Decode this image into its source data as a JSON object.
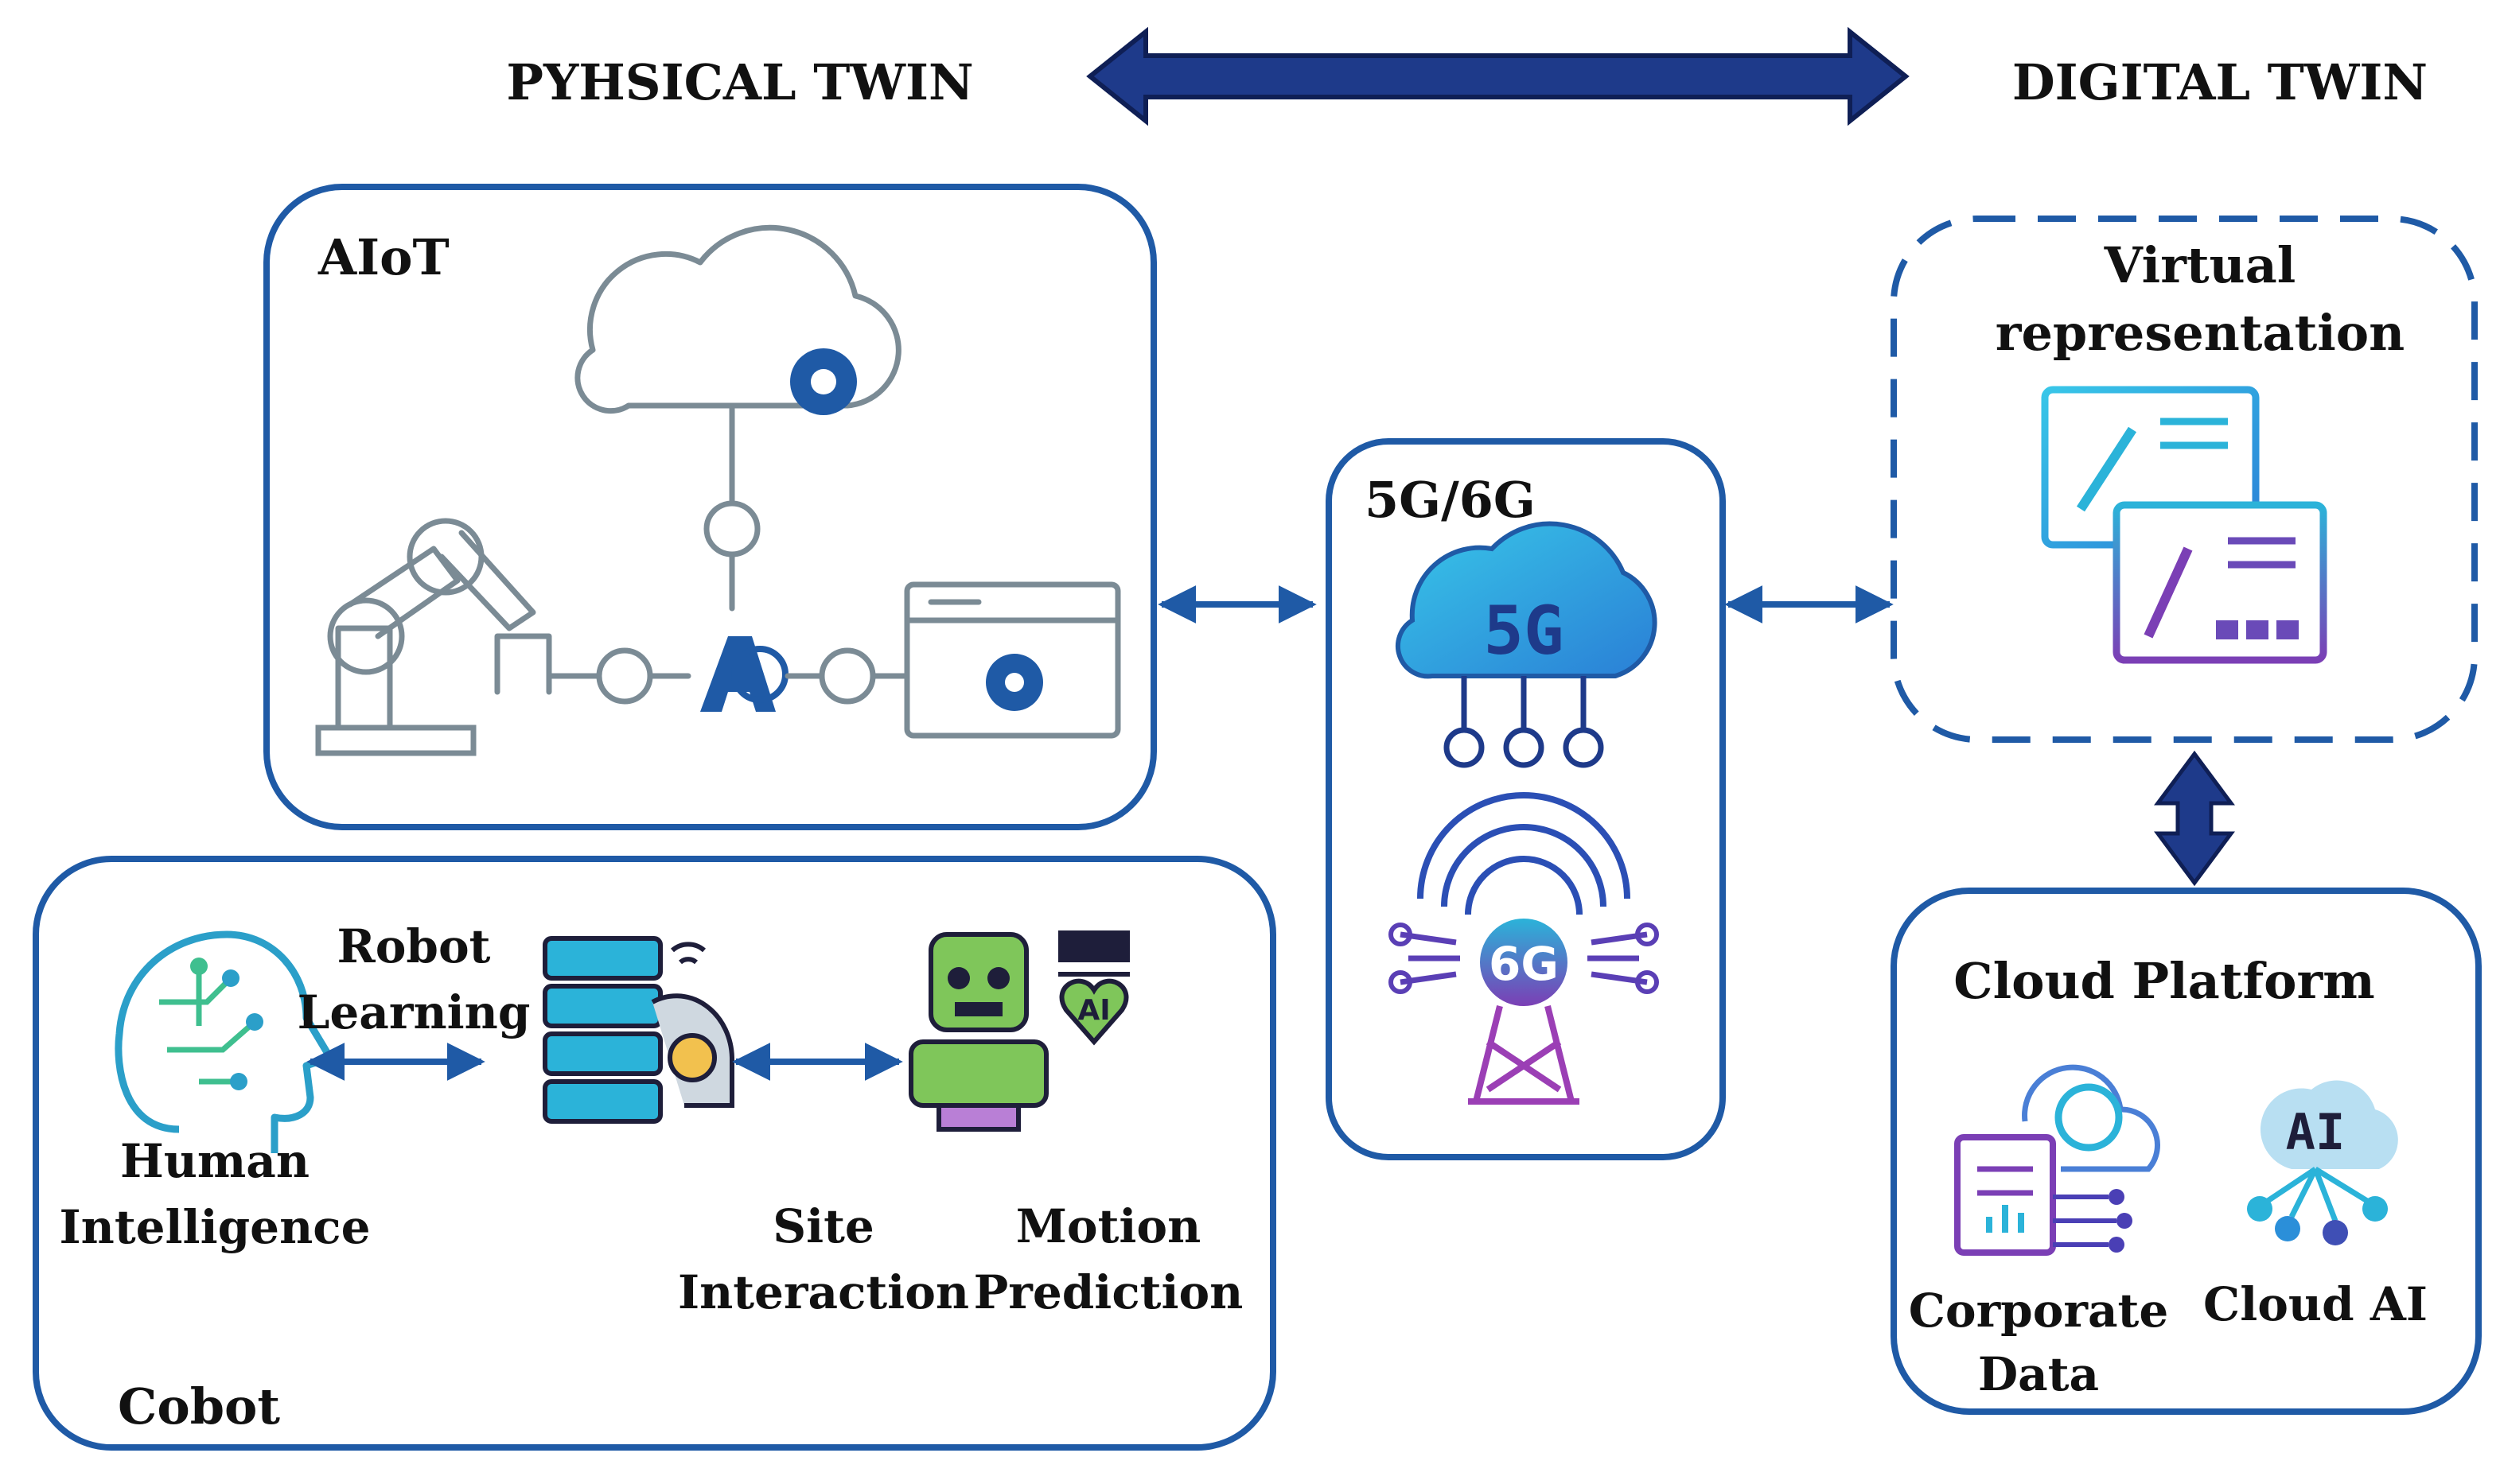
{
  "header": {
    "left_title": "PYHSICAL TWIN",
    "right_title": "DIGITAL TWIN"
  },
  "aiot": {
    "title": "AIoT"
  },
  "cobot": {
    "title": "Cobot",
    "robot_learning_1": "Robot",
    "robot_learning_2": "Learning",
    "human_1": "Human",
    "human_2": "Intelligence",
    "site_1": "Site",
    "site_2": "Interaction",
    "motion_1": "Motion",
    "motion_2": "Prediction",
    "ai_badge": "AI"
  },
  "network": {
    "title": "5G/6G",
    "cloud_5g": "5G",
    "tower_6g": "6G"
  },
  "virtual": {
    "title_1": "Virtual",
    "title_2": "representation"
  },
  "cloud_platform": {
    "title": "Cloud Platform",
    "corporate_1": "Corporate",
    "corporate_2": "Data",
    "cloud_ai": "Cloud AI",
    "ai_badge": "AI"
  },
  "colors": {
    "box_border": "#1f5aa6",
    "big_arrow": "#1e3a8a",
    "icon_gray": "#7b8b95",
    "cyan": "#2bb3d9",
    "purple": "#7b3fb5"
  }
}
